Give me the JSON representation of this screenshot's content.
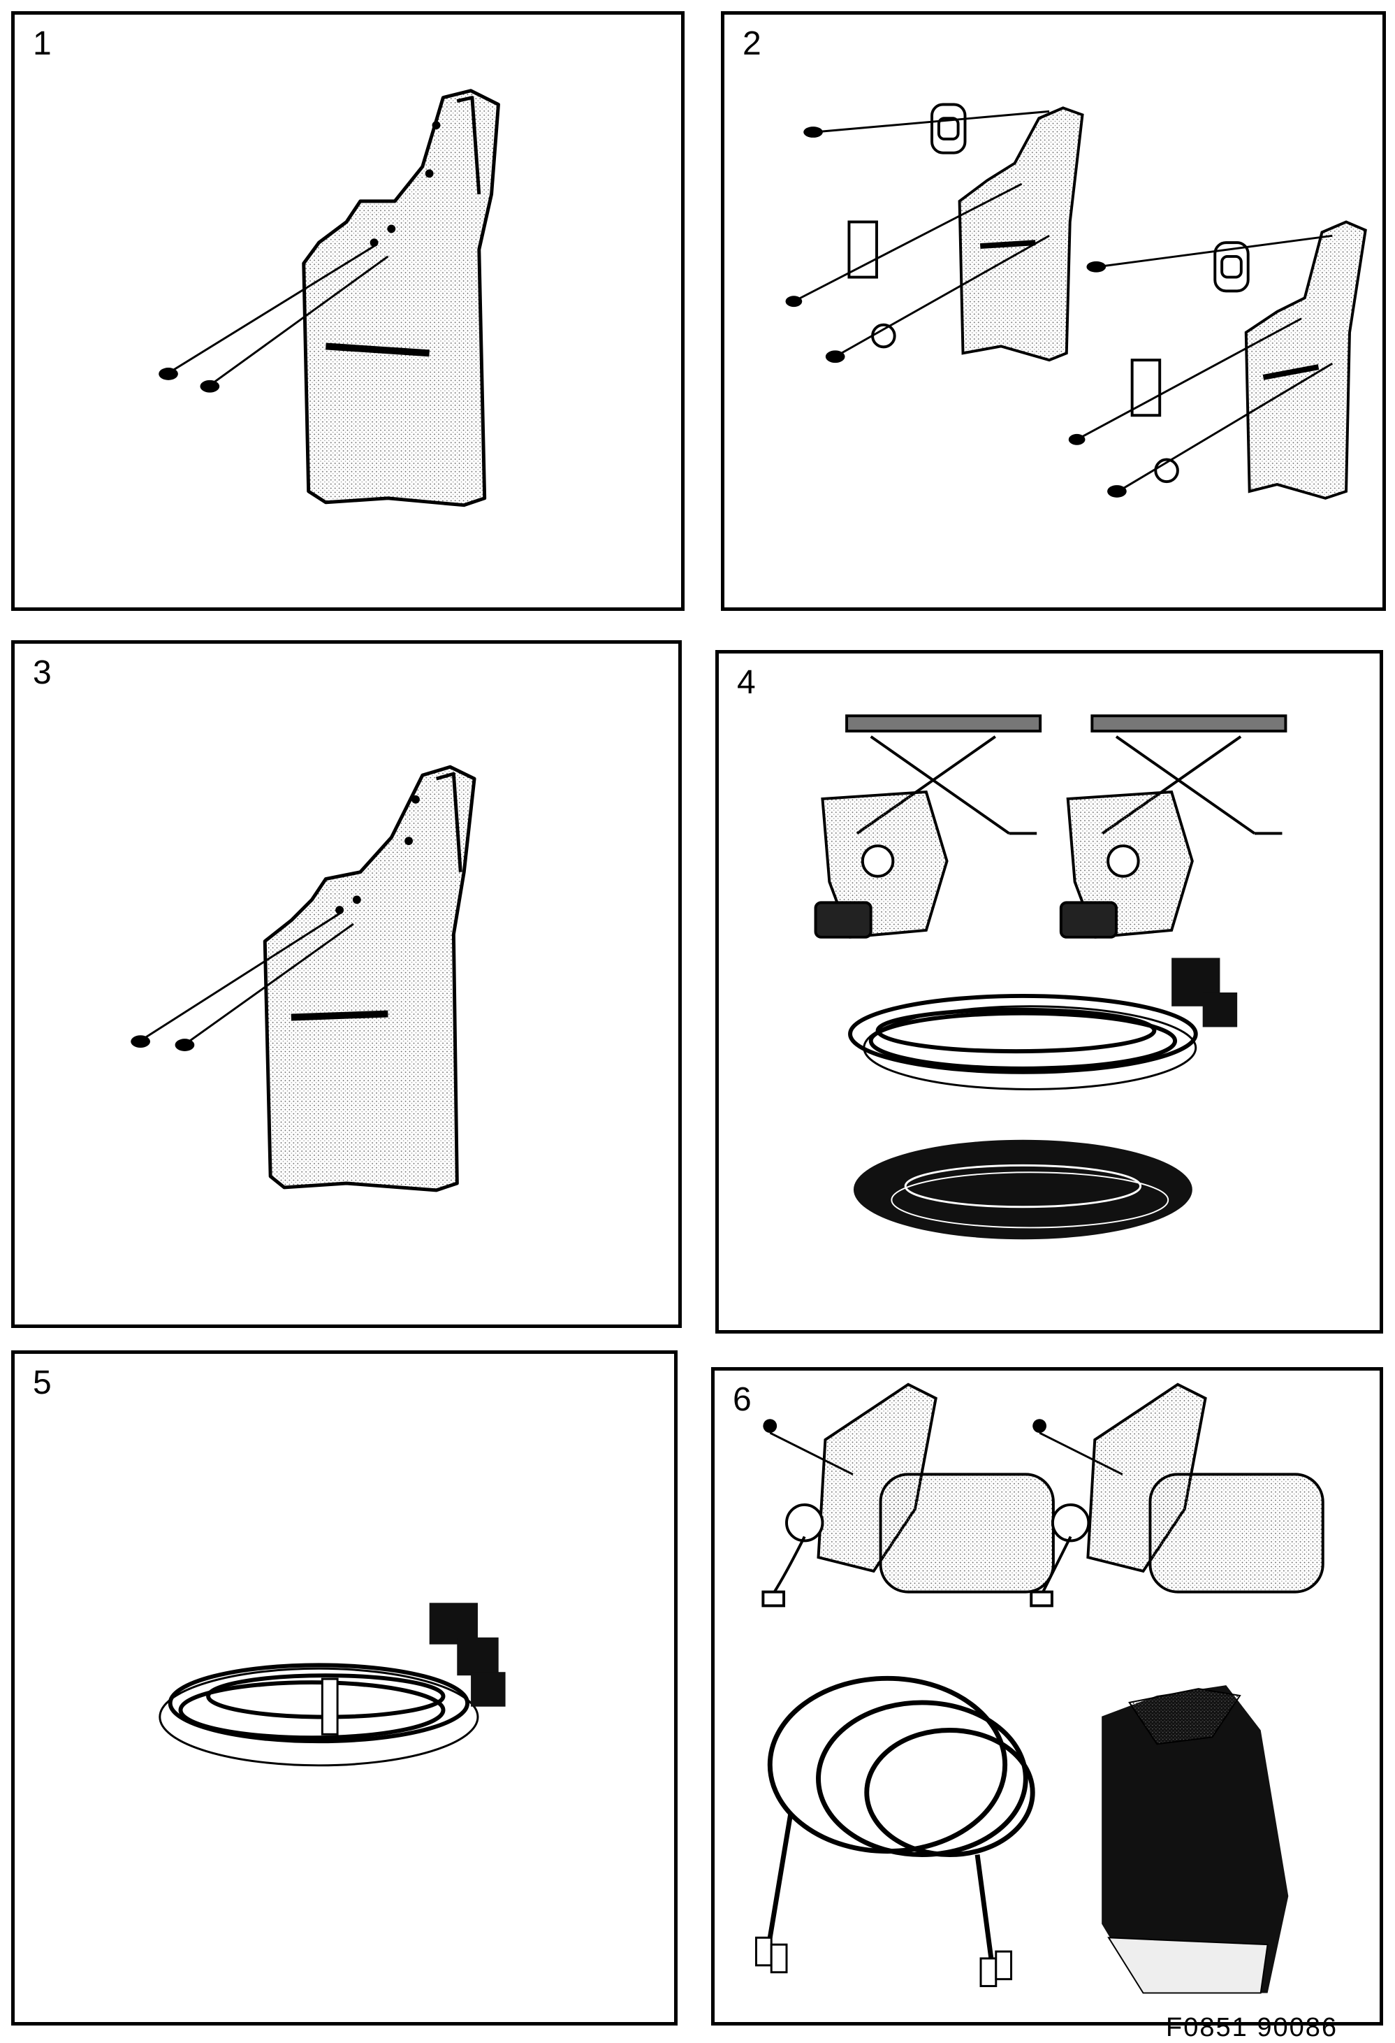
{
  "panels": [
    {
      "number": "1"
    },
    {
      "number": "2"
    },
    {
      "number": "3"
    },
    {
      "number": "4"
    },
    {
      "number": "5"
    },
    {
      "number": "6"
    }
  ],
  "figure_code": "F0851  90086"
}
